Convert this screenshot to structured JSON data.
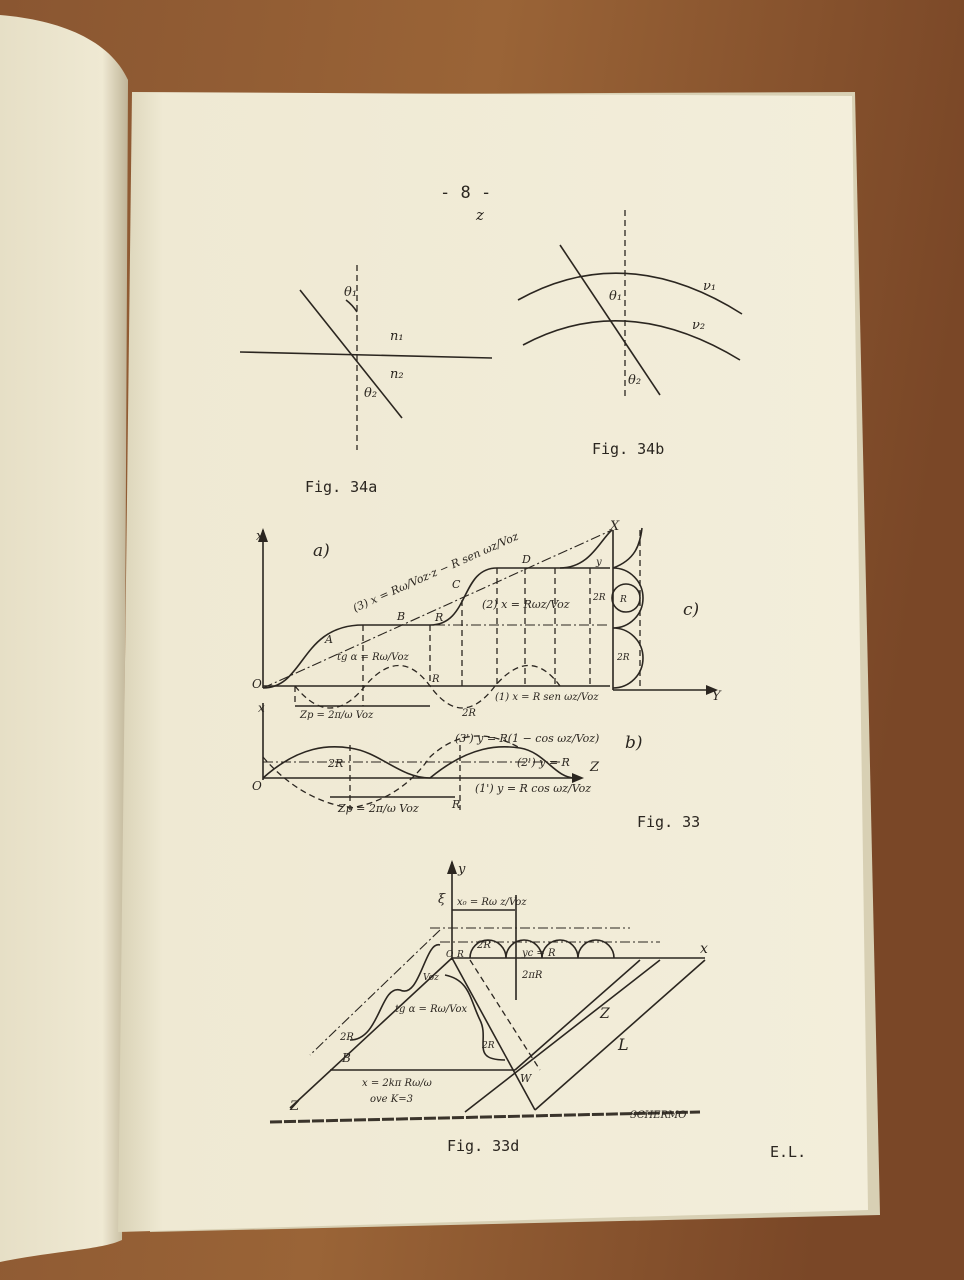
{
  "page": {
    "page_number": "- 8 -",
    "mark": "z",
    "initials": "E.L."
  },
  "fig34a": {
    "caption": "Fig. 34a",
    "labels": {
      "theta1": "θ₁",
      "n1": "n₁",
      "n2": "n₂",
      "theta2": "θ₂"
    }
  },
  "fig34b": {
    "caption": "Fig. 34b",
    "labels": {
      "theta1": "θ₁",
      "v1": "ν₁",
      "v2": "ν₂",
      "theta2": "θ₂"
    }
  },
  "fig33": {
    "caption": "Fig. 33",
    "a": {
      "panel": "a)",
      "axis_x": "x",
      "origin": "O",
      "eq3": "(3) x = Rω/Voz·z − R sen ωz/Voz",
      "eq2": "(2) x = Rωz/Voz",
      "eq1": "(1) x = R sen ωz/Voz",
      "tg": "tg α = Rω/Voz",
      "zp": "Zp = 2π/ω Voz",
      "points": [
        "A",
        "B",
        "C",
        "D"
      ],
      "R": "R",
      "R2": "R",
      "twoR": "2R"
    },
    "b": {
      "panel": "b)",
      "axis_x": "x",
      "axis_z": "Z",
      "origin": "O",
      "eq3": "(3') y = R(1 − cos ωz/Voz)",
      "eq2": "(2') y = R",
      "eq1": "(1') y = R cos ωz/Voz",
      "twoR": "2R",
      "R": "R",
      "zp": "Zp = 2π/ω Voz"
    },
    "c": {
      "panel": "c)",
      "axis_x": "X",
      "axis_y": "Y",
      "y": "y",
      "twoR": "2R",
      "R": "R",
      "twoR2": "2R"
    }
  },
  "fig33d": {
    "caption": "Fig. 33d",
    "labels": {
      "y": "y",
      "xi": "ξ",
      "x0": "x₀ = Rω z/Voz",
      "twoR": "2R",
      "O": "O",
      "R": "R",
      "yc": "yc = R",
      "x": "x",
      "twoPiR": "2πR",
      "voz": "Voz",
      "tg": "tg α = Rω/Vox",
      "twoR2": "2R",
      "B": "B",
      "Z": "Z",
      "zaxis": "Z",
      "L": "L",
      "W": "W",
      "R2": "2R",
      "xk": "x = 2kπ Rω/ω",
      "k": "ove K=3",
      "screen": "SCHERMO"
    }
  }
}
